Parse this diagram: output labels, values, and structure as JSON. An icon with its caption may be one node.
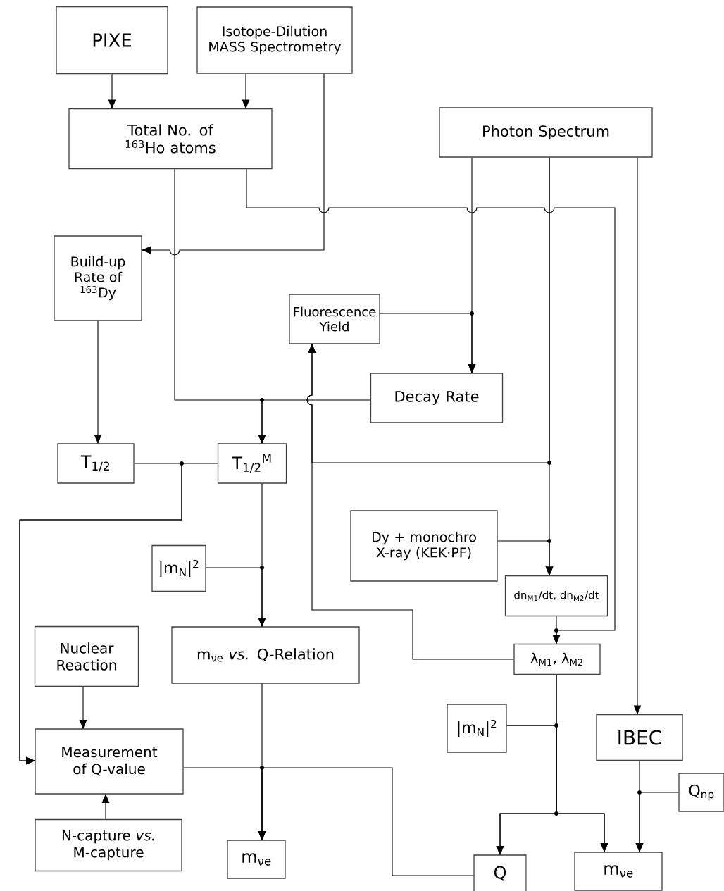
{
  "diagram": {
    "nodes": [
      {
        "text": [
          "PIXE"
        ]
      },
      {
        "text": [
          "Isotope-Dilution MASS Spectrometry"
        ]
      },
      {
        "text": [
          "Total No. of $^{163}$Ho atoms"
        ]
      },
      {
        "text": [
          "Photon Spectrum"
        ]
      },
      {
        "text": [
          "Build-up Rate of $^{163}$Dy"
        ]
      },
      {
        "text": [
          "Fluorescence Yield"
        ]
      },
      {
        "text": [
          "Decay Rate"
        ]
      },
      {
        "text": [
          "T$_{1/2}$"
        ]
      },
      {
        "text": [
          "T$_{1/2}$$^{M}$"
        ]
      },
      {
        "text": [
          "|m$_{N}$|$^{2}$"
        ]
      },
      {
        "text": [
          "m$_{νe}$ *vs.* Q-Relation"
        ]
      },
      {
        "text": [
          "Nuclear Reaction"
        ]
      },
      {
        "text": [
          "Measurement of Q-value"
        ]
      },
      {
        "text": [
          "N-capture *vs.* M-capture"
        ]
      },
      {
        "text": [
          "m$_{νe}$"
        ]
      },
      {
        "text": [
          "Dy + monochro X-ray (KEK·PF)"
        ]
      },
      {
        "text": [
          "dn$_{M1}$/dt, dn$_{M2}$/dt"
        ]
      },
      {
        "text": [
          "λ$_{M1}$, λ$_{M2}$"
        ]
      },
      {
        "text": [
          "|m$_{N}$|$^{2}$"
        ]
      },
      {
        "text": [
          "IBEC"
        ]
      },
      {
        "text": [
          "Q$_{np}$"
        ]
      },
      {
        "text": [
          "Q"
        ]
      },
      {
        "text": [
          "m$_{νe}$"
        ]
      }
    ],
    "edges": [
      {
        "from": 0,
        "to": 2,
        "arrow": "to"
      },
      {
        "from": 1,
        "to": 2,
        "arrow": "to"
      },
      {
        "from": 1,
        "to": 4,
        "arrow": "to"
      },
      {
        "from": 2,
        "to": 17,
        "arrow": "to"
      },
      {
        "from": 2,
        "to": 8,
        "arrow": "to"
      },
      {
        "from": 6,
        "to": 8,
        "arrow": "to"
      },
      {
        "from": 3,
        "to": 6,
        "arrow": "to"
      },
      {
        "from": 5,
        "to": 6,
        "arrow": "to"
      },
      {
        "from": 3,
        "to": 5,
        "arrow": "to"
      },
      {
        "from": 17,
        "to": 5,
        "arrow": "to"
      },
      {
        "from": 3,
        "to": 16,
        "arrow": "to"
      },
      {
        "from": 15,
        "to": 16,
        "arrow": "to"
      },
      {
        "from": 16,
        "to": 17,
        "arrow": "none"
      },
      {
        "from": 3,
        "to": 19,
        "arrow": "to"
      },
      {
        "from": 17,
        "to": 21,
        "arrow": "to"
      },
      {
        "from": 17,
        "to": 22,
        "arrow": "to"
      },
      {
        "from": 18,
        "to": 21,
        "arrow": "to"
      },
      {
        "from": 18,
        "to": 22,
        "arrow": "to"
      },
      {
        "from": 19,
        "to": 22,
        "arrow": "to"
      },
      {
        "from": 20,
        "to": 22,
        "arrow": "to"
      },
      {
        "from": 21,
        "to": 14,
        "arrow": "to"
      },
      {
        "from": 12,
        "to": 14,
        "arrow": "to"
      },
      {
        "from": 10,
        "to": 14,
        "arrow": "to"
      },
      {
        "from": 8,
        "to": 10,
        "arrow": "to"
      },
      {
        "from": 9,
        "to": 10,
        "arrow": "to"
      },
      {
        "from": 7,
        "to": 12,
        "arrow": "to"
      },
      {
        "from": 8,
        "to": 12,
        "arrow": "to"
      },
      {
        "from": 4,
        "to": 7,
        "arrow": "to"
      },
      {
        "from": 11,
        "to": 12,
        "arrow": "to"
      },
      {
        "from": 13,
        "to": 12,
        "arrow": "to"
      }
    ]
  }
}
